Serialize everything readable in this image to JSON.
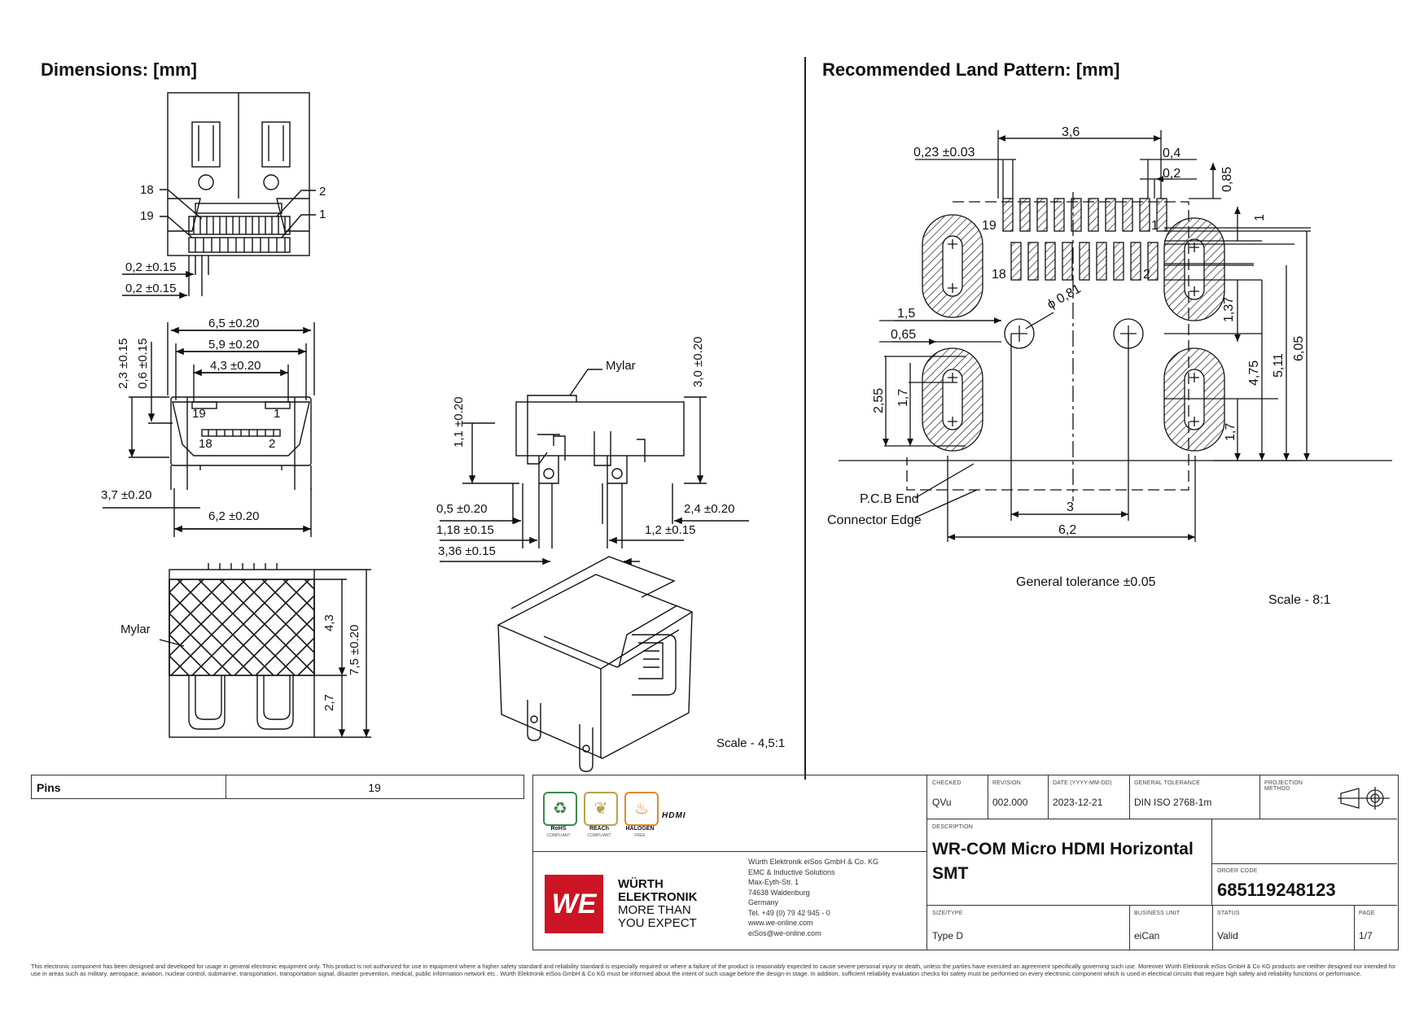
{
  "left_title": "Dimensions: [mm]",
  "right_title": "Recommended Land Pattern: [mm]",
  "dim": {
    "top_view": {
      "pin18": "18",
      "pin2": "2",
      "pin19": "19",
      "pin1": "1",
      "d1": "0,2 ±0.15",
      "d2": "0,2 ±0.15"
    },
    "front_view": {
      "w1": "6,5 ±0.20",
      "w2": "5,9 ±0.20",
      "w3": "4,3 ±0.20",
      "h1": "2,3 ±0.15",
      "h2": "0,6 ±0.15",
      "p19": "19",
      "p1": "1",
      "p18": "18",
      "p2": "2",
      "b1": "3,7 ±0.20",
      "b2": "6,2 ±0.20"
    },
    "bottom_view": {
      "mylar": "Mylar",
      "h1": "4,3",
      "h2": "2,7",
      "h3": "7,5 ±0.20"
    },
    "side_view": {
      "mylar": "Mylar",
      "h1": "3,0 ±0.20",
      "h2": "1,1 ±0.20",
      "d1": "0,5 ±0.20",
      "d2": "1,18 ±0.15",
      "d3": "3,36 ±0.15",
      "d4": "2,4 ±0.20",
      "d5": "1,2 ±0.15"
    },
    "scale": "Scale - 4,5:1"
  },
  "land": {
    "w_top": "3,6",
    "pad_w": "0,23 ±0.03",
    "pitch1": "0,4",
    "pitch2": "0,2",
    "v1": "0,85",
    "v2": "1",
    "p19": "19",
    "p1": "1",
    "p18": "18",
    "p2": "2",
    "hole": "ϕ 0,81",
    "l1": "1,5",
    "l2": "0,65",
    "v3": "1,37",
    "v4": "2,55",
    "v5": "1,7",
    "v6": "1,7",
    "v7": "4,75",
    "v8": "5,11",
    "v9": "6,05",
    "pcb": "P.C.B End",
    "edge": "Connector Edge",
    "b1": "3",
    "b2": "6,2",
    "tol": "General tolerance ±0.05",
    "scale": "Scale - 8:1"
  },
  "pins_table": {
    "label": "Pins",
    "value": "19"
  },
  "title_block": {
    "badges": [
      {
        "name": "RoHS",
        "sub": "COMPLIANT",
        "color": "#3d8a4a"
      },
      {
        "name": "REACh",
        "sub": "COMPLIANT",
        "color": "#b8a24a"
      },
      {
        "name": "HALOGEN",
        "sub": "FREE",
        "color": "#e08a2a"
      }
    ],
    "hdmi_logo": "HDMI",
    "we_logo": "WE",
    "company_lines": [
      "WÜRTH",
      "ELEKTRONIK",
      "MORE THAN",
      "YOU EXPECT"
    ],
    "address": [
      "Würth Elektronik eiSos GmbH & Co. KG",
      "EMC & Inductive Solutions",
      "Max-Eyth-Str. 1",
      "74638 Waldenburg",
      "Germany",
      "Tel. +49 (0) 79 42 945 - 0",
      "www.we-online.com",
      "eiSos@we-online.com"
    ],
    "checked_label": "CHECKED",
    "checked": "QVu",
    "revision_label": "REVISION",
    "revision": "002.000",
    "date_label": "DATE (YYYY-MM-DD)",
    "date": "2023-12-21",
    "tolerance_label": "GENERAL TOLERANCE",
    "tolerance": "DIN ISO 2768-1m",
    "projection_label": "PROJECTION METHOD",
    "description_label": "DESCRIPTION",
    "description": [
      "WR-COM Micro HDMI Horizontal",
      "SMT"
    ],
    "order_label": "ORDER CODE",
    "order_code": "685119248123",
    "size_label": "SIZE/TYPE",
    "size": "Type D",
    "unit_label": "BUSINESS UNIT",
    "unit": "eiCan",
    "status_label": "STATUS",
    "status": "Valid",
    "page_label": "PAGE",
    "page": "1/7"
  },
  "disclaimer": "This electronic component has been designed and developed for usage in general electronic equipment only. This product is not authorized for use in equipment where a higher safety standard and reliability standard is especially required or where a failure of the product is reasonably expected to cause severe personal injury or death, unless the parties have executed an agreement specifically governing such use. Moreover Würth Elektronik eiSos GmbH & Co KG products are neither designed nor intended for use in areas such as military, aerospace, aviation, nuclear control, submarine, transportation, transportation signal, disaster prevention, medical, public information network etc.. Würth Elektronik eiSos GmbH & Co KG must be informed about the intent of such usage before the design-in stage. In addition, sufficient reliability evaluation checks for safety must be performed on every electronic component which is used in electrical circuits that require high safety and reliability functions or performance."
}
